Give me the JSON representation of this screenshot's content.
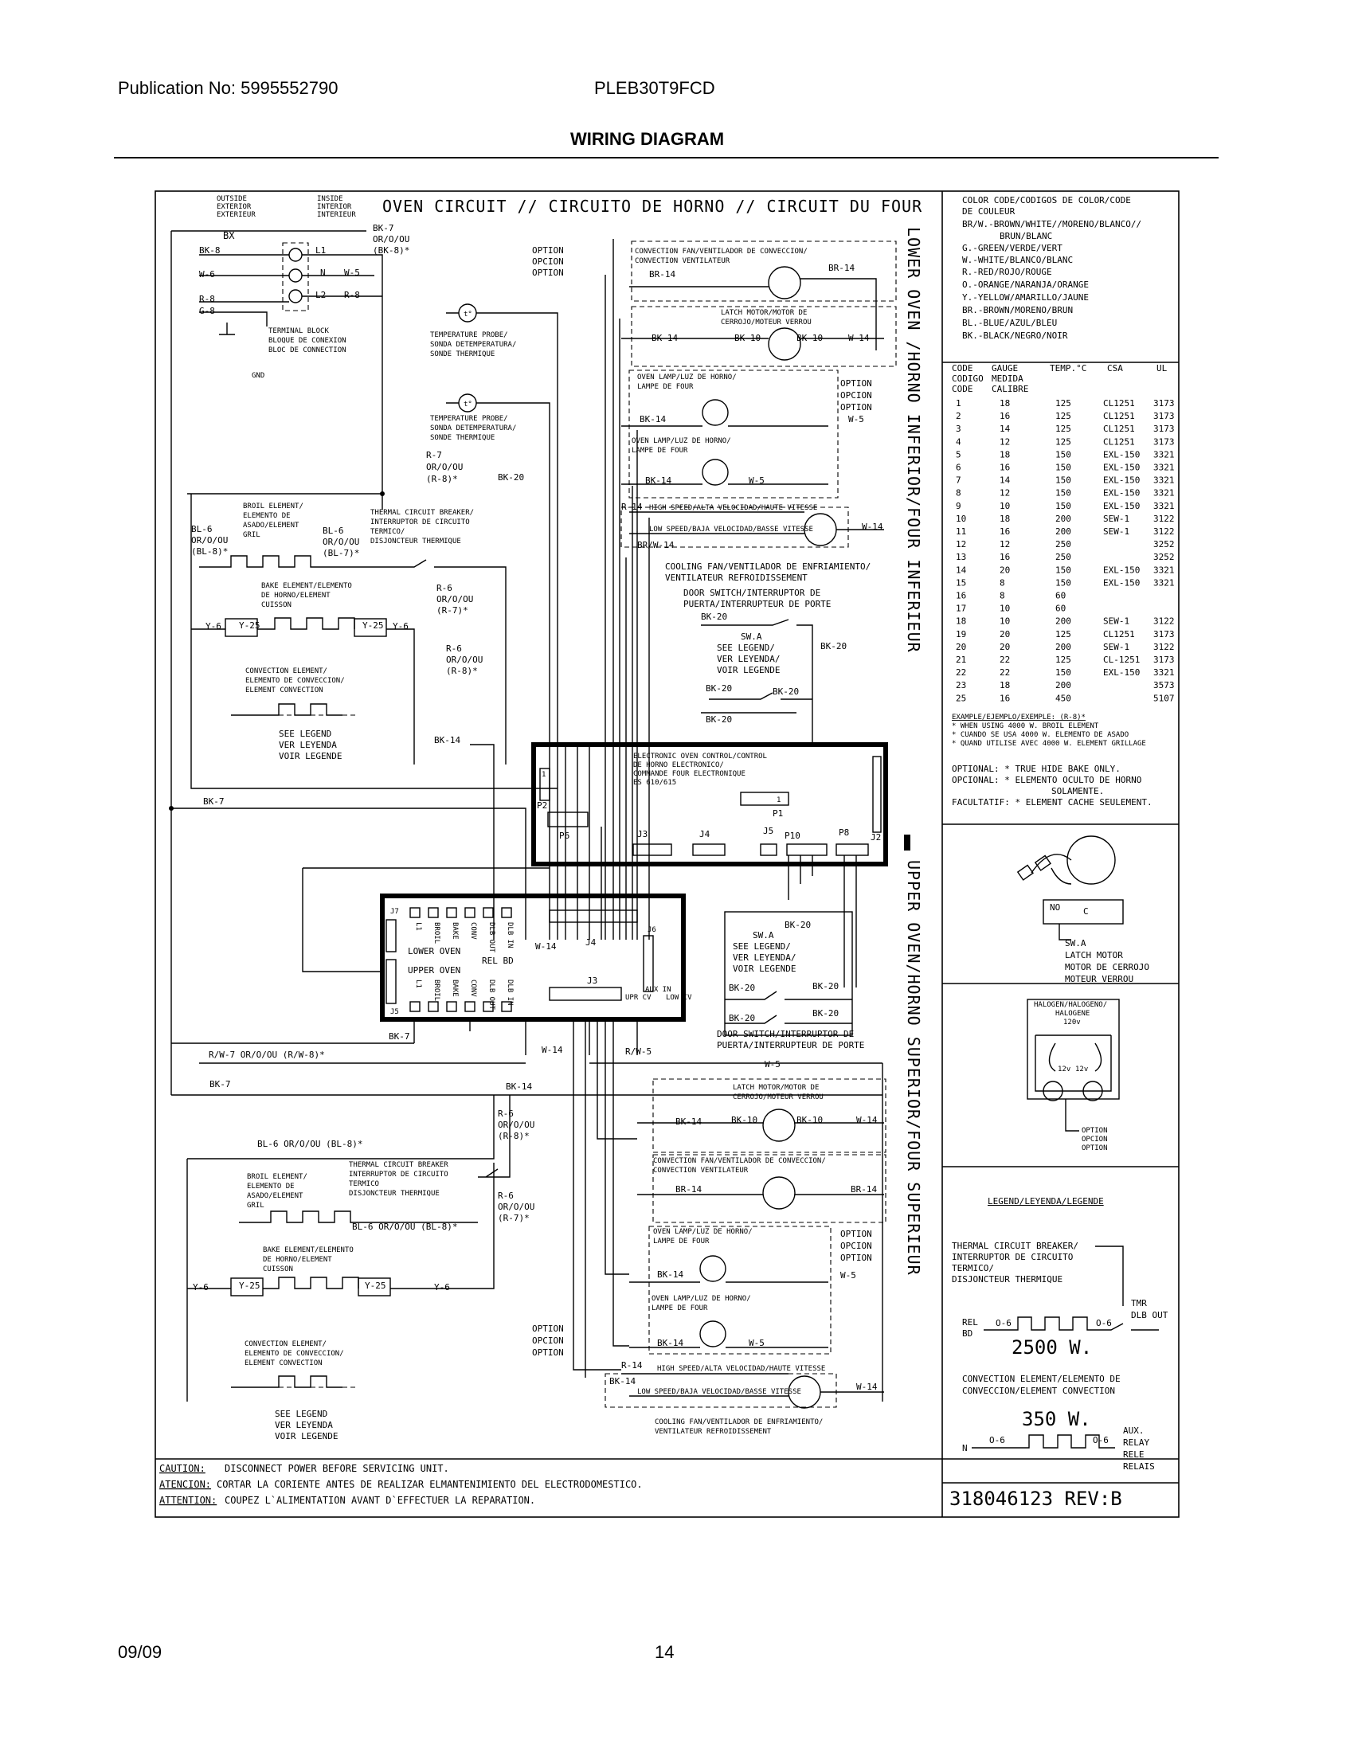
{
  "header": {
    "publication": "Publication No: 5995552790",
    "model": "PLEB30T9FCD",
    "title": "WIRING DIAGRAM"
  },
  "footer": {
    "date": "09/09",
    "page": "14"
  },
  "diagram": {
    "circuit_title": "OVEN CIRCUIT // CIRCUITO DE HORNO // CIRCUIT DU FOUR",
    "outside": [
      "OUTSIDE",
      "EXTERIOR",
      "EXTERIEUR"
    ],
    "inside": [
      "INSIDE",
      "INTERIOR",
      "INTERIEUR"
    ],
    "lower_oven_vertical": "LOWER OVEN /HORNO INFERIOR/FOUR INFERIEUR",
    "upper_oven_vertical": "UPPER OVEN/HORNO SUPERIOR/FOUR SUPERIEUR",
    "terminal_block": {
      "bx": "BX",
      "l1": "L1",
      "n": "N",
      "l2": "L2",
      "bk8": "BK-8",
      "w6": "W-6",
      "r8": "R-8",
      "g8": "G-8",
      "w5": "W-5",
      "r8b": "R-8",
      "label": [
        "TERMINAL BLOCK",
        "BLOQUE DE CONEXION",
        "BLOC DE CONNECTION"
      ],
      "gnd": "GND"
    },
    "bk7_top": [
      "BK-7",
      "OR/O/OU",
      "(BK-8)*"
    ],
    "option_top": [
      "OPTION",
      "OPCION",
      "OPTION"
    ],
    "temp_probe_1": [
      "TEMPERATURE PROBE/",
      "SONDA DETEMPERATURA/",
      "SONDE THERMIQUE"
    ],
    "temp_probe_2": [
      "TEMPERATURE PROBE/",
      "SONDA DETEMPERATURA/",
      "SONDE THERMIQUE"
    ],
    "r7_lbl": [
      "R-7",
      "OR/O/OU",
      "(R-8)*"
    ],
    "bk20": "BK-20",
    "lower": {
      "conv_fan": [
        "CONVECTION FAN/VENTILADOR DE CONVECCION/",
        "CONVECTION VENTILATEUR"
      ],
      "br14a": "BR-14",
      "br14b": "BR-14",
      "latch": [
        "LATCH MOTOR/MOTOR DE",
        "CERROJO/MOTEUR VERROU"
      ],
      "bk14": "BK-14",
      "bk10a": "BK-10",
      "bk10b": "BK-10",
      "w14": "W-14",
      "lamp1": [
        "OVEN LAMP/LUZ DE HORNO/",
        "LAMPE DE FOUR"
      ],
      "lamp_option": [
        "OPTION",
        "OPCION",
        "OPTION"
      ],
      "bk14b": "BK-14",
      "w5": "W-5",
      "lamp2": [
        "OVEN LAMP/LUZ DE HORNO/",
        "LAMPE DE FOUR"
      ],
      "bk14c": "BK-14",
      "w5b": "W-5",
      "r14": "R-14",
      "high_speed": "HIGH SPEED/ALTA VELOCIDAD/HAUTE VITESSE",
      "low_speed": "LOW SPEED/BAJA VELOCIDAD/BASSE VITESSE",
      "w14b": "W-14",
      "brw14": "BR/W-14",
      "cooling_fan": [
        "COOLING FAN/VENTILADOR DE ENFRIAMIENTO/",
        "VENTILATEUR REFROIDISSEMENT"
      ],
      "door_switch": [
        "DOOR SWITCH/INTERRUPTOR DE",
        "PUERTA/INTERRUPTEUR DE PORTE"
      ],
      "bk20a": "BK-20",
      "swa": [
        "SW.A",
        "SEE LEGEND/",
        "VER LEYENDA/",
        "VOIR LEGENDE"
      ],
      "bk20b": "BK-20",
      "bk20c": "BK-20",
      "bk20d": "BK-20",
      "bk20e": "BK-20"
    },
    "left_lower": {
      "broil": [
        "BROIL ELEMENT/",
        "ELEMENTO DE",
        "ASADO/ELEMENT",
        "GRIL"
      ],
      "bl6": [
        "BL-6",
        "OR/O/OU",
        "(BL-8)*"
      ],
      "bl6b": [
        "BL-6",
        "OR/O/OU",
        "(BL-7)*"
      ],
      "tcb": [
        "THERMAL CIRCUIT BREAKER/",
        "INTERRUPTOR DE CIRCUITO",
        "TERMICO/",
        "DISJONCTEUR THERMIQUE"
      ],
      "bake": [
        "BAKE ELEMENT/ELEMENTO",
        "DE HORNO/ELEMENT",
        "CUISSON"
      ],
      "y6a": "Y-6",
      "y25a": "Y-25",
      "y25b": "Y-25",
      "y6b": "Y-6",
      "r6a": [
        "R-6",
        "OR/O/OU",
        "(R-7)*"
      ],
      "r6b": [
        "R-6",
        "OR/O/OU",
        "(R-8)*"
      ],
      "conv": [
        "CONVECTION ELEMENT/",
        "ELEMENTO DE CONVECCION/",
        "ELEMENT CONVECTION"
      ],
      "see": [
        "SEE LEGEND",
        "VER LEYENDA",
        "VOIR LEGENDE"
      ],
      "bk14": "BK-14",
      "bk7": "BK-7"
    },
    "eoc": {
      "label": [
        "ELECTRONIC OVEN CONTROL/CONTROL",
        "DE HORNO ELECTRONICO/",
        "COMMANDE FOUR ELECTRONIQUE",
        "ES 610/615"
      ],
      "p1": "P1",
      "p2": "P2",
      "p6": "P6",
      "j3": "J3",
      "j4": "J4",
      "j5": "J5",
      "p10": "P10",
      "p8": "P8",
      "j2": "J2",
      "one": "1"
    },
    "relay": {
      "j7": "J7",
      "j5": "J5",
      "j4": "J4",
      "j3": "J3",
      "j6": "J6",
      "top_cols": [
        "L1",
        "BROIL",
        "BAKE",
        "CONV",
        "DLB OUT",
        "DLB IN"
      ],
      "bot_cols": [
        "L1",
        "BROIL",
        "BAKE",
        "CONV",
        "DLB OUT",
        "DLB IN"
      ],
      "lower_oven": "LOWER OVEN",
      "upper_oven": "UPPER OVEN",
      "rel_bd": "REL BD",
      "w14": "W-14",
      "upr_cv": "UPR CV",
      "aux_in": "AUX IN",
      "low_cv": "LOW CV"
    },
    "mid": {
      "bk7": "BK-7",
      "rw7": "R/W-7 OR/O/OU (R/W-8)*",
      "bk7b": "BK-7",
      "bk14": "BK-14",
      "w14": "W-14",
      "rw5": "R/W-5",
      "bk20": "BK-20",
      "bk20b": "BK-20",
      "bk20c": "BK-20",
      "bk20d": "BK-20",
      "swa": [
        "SW.A",
        "SEE LEGEND/",
        "VER LEYENDA/",
        "VOIR LEGENDE"
      ],
      "door": [
        "DOOR SWITCH/INTERRUPTOR DE",
        "PUERTA/INTERRUPTEUR DE PORTE"
      ],
      "w5": "W-5"
    },
    "upper": {
      "latch": [
        "LATCH MOTOR/MOTOR DE",
        "CERROJO/MOTEUR VERROU"
      ],
      "bk14": "BK-14",
      "bk10a": "BK-10",
      "bk10b": "BK-10",
      "w14": "W-14",
      "conv_fan": [
        "CONVECTION FAN/VENTILADOR DE CONVECCION/",
        "CONVECTION VENTILATEUR"
      ],
      "br14a": "BR-14",
      "br14b": "BR-14",
      "lamp1": [
        "OVEN LAMP/LUZ DE HORNO/",
        "LAMPE DE FOUR"
      ],
      "lamp_option": [
        "OPTION",
        "OPCION",
        "OPTION"
      ],
      "bk14b": "BK-14",
      "w5": "W-5",
      "lamp2": [
        "OVEN LAMP/LUZ DE HORNO/",
        "LAMPE DE FOUR"
      ],
      "bk14c": "BK-14",
      "w5b": "W-5",
      "option": [
        "OPTION",
        "OPCION",
        "OPTION"
      ],
      "r14": "R-14",
      "bk14d": "BK-14",
      "w14b": "W-14",
      "high_speed": "HIGH SPEED/ALTA VELOCIDAD/HAUTE VITESSE",
      "low_speed": "LOW SPEED/BAJA VELOCIDAD/BASSE VITESSE",
      "cooling_fan": [
        "COOLING FAN/VENTILADOR DE ENFRIAMIENTO/",
        "VENTILATEUR REFROIDISSEMENT"
      ]
    },
    "left_upper": {
      "r6a": [
        "R-6",
        "OR/O/OU",
        "(R-8)*"
      ],
      "bl6": "BL-6 OR/O/OU (BL-8)*",
      "tcb": [
        "THERMAL CIRCUIT BREAKER",
        "INTERRUPTOR DE CIRCUITO",
        "TERMICO",
        "DISJONCTEUR THERMIQUE"
      ],
      "broil": [
        "BROIL ELEMENT/",
        "ELEMENTO DE",
        "ASADO/ELEMENT",
        "GRIL"
      ],
      "bl6b": "BL-6 OR/O/OU (BL-8)*",
      "r6b": [
        "R-6",
        "OR/O/OU",
        "(R-7)*"
      ],
      "bake": [
        "BAKE ELEMENT/ELEMENTO",
        "DE HORNO/ELEMENT",
        "CUISSON"
      ],
      "y6a": "Y-6",
      "y25a": "Y-25",
      "y25b": "Y-25",
      "y6b": "Y-6",
      "conv": [
        "CONVECTION ELEMENT/",
        "ELEMENTO DE CONVECCION/",
        "ELEMENT CONVECTION"
      ],
      "see": [
        "SEE LEGEND",
        "VER LEYENDA",
        "VOIR LEGENDE"
      ]
    },
    "caution": {
      "l1": "CAUTION:",
      "t1": " DISCONNECT POWER BEFORE SERVICING UNIT.",
      "l2": "ATENCION:",
      "t2": "CORTAR LA CORIENTE ANTES DE REALIZAR ELMANTENIMIENTO DEL ELECTRODOMESTICO.",
      "l3": "ATTENTION:",
      "t3": "COUPEZ L`ALIMENTATION AVANT D`EFFECTUER LA REPARATION."
    },
    "revision": "318046123 REV:B"
  },
  "color_code": {
    "title": [
      "COLOR CODE/CODIGOS DE COLOR/CODE",
      "DE COULEUR"
    ],
    "items": [
      "BR/W.-BROWN/WHITE//MORENO/BLANCO//",
      "BRUN/BLANC",
      "G.-GREEN/VERDE/VERT",
      "W.-WHITE/BLANCO/BLANC",
      "R.-RED/ROJO/ROUGE",
      "O.-ORANGE/NARANJA/ORANGE",
      "Y.-YELLOW/AMARILLO/JAUNE",
      "BR.-BROWN/MORENO/BRUN",
      "BL.-BLUE/AZUL/BLEU",
      "BK.-BLACK/NEGRO/NOIR"
    ]
  },
  "gauge_table": {
    "headers": [
      [
        "CODE",
        "CODIGO",
        "CODE"
      ],
      [
        "GAUGE",
        "MEDIDA",
        "CALIBRE"
      ],
      [
        "TEMP.°C"
      ],
      [
        "CSA"
      ],
      [
        "UL"
      ]
    ],
    "rows": [
      [
        "1",
        "18",
        "125",
        "CL1251",
        "3173"
      ],
      [
        "2",
        "16",
        "125",
        "CL1251",
        "3173"
      ],
      [
        "3",
        "14",
        "125",
        "CL1251",
        "3173"
      ],
      [
        "4",
        "12",
        "125",
        "CL1251",
        "3173"
      ],
      [
        "5",
        "18",
        "150",
        "EXL-150",
        "3321"
      ],
      [
        "6",
        "16",
        "150",
        "EXL-150",
        "3321"
      ],
      [
        "7",
        "14",
        "150",
        "EXL-150",
        "3321"
      ],
      [
        "8",
        "12",
        "150",
        "EXL-150",
        "3321"
      ],
      [
        "9",
        "10",
        "150",
        "EXL-150",
        "3321"
      ],
      [
        "10",
        "18",
        "200",
        "SEW-1",
        "3122"
      ],
      [
        "11",
        "16",
        "200",
        "SEW-1",
        "3122"
      ],
      [
        "12",
        "12",
        "250",
        "",
        "3252"
      ],
      [
        "13",
        "16",
        "250",
        "",
        "3252"
      ],
      [
        "14",
        "20",
        "150",
        "EXL-150",
        "3321"
      ],
      [
        "15",
        "8",
        "150",
        "EXL-150",
        "3321"
      ],
      [
        "16",
        "8",
        "60",
        "",
        ""
      ],
      [
        "17",
        "10",
        "60",
        "",
        ""
      ],
      [
        "18",
        "10",
        "200",
        "SEW-1",
        "3122"
      ],
      [
        "19",
        "20",
        "125",
        "CL1251",
        "3173"
      ],
      [
        "20",
        "20",
        "200",
        "SEW-1",
        "3122"
      ],
      [
        "21",
        "22",
        "125",
        "CL-1251",
        "3173"
      ],
      [
        "22",
        "22",
        "150",
        "EXL-150",
        "3321"
      ],
      [
        "23",
        "18",
        "200",
        "",
        "3573"
      ],
      [
        "25",
        "16",
        "450",
        "",
        "5107"
      ]
    ],
    "example": [
      "EXAMPLE/EJEMPLO/EXEMPLE: (R-8)*",
      "* WHEN USING 4000 W. BROIL ELEMENT",
      "* CUANDO SE USA 4000 W. ELEMENTO DE ASADO",
      "* QUAND UTILISE AVEC 4000 W. ELEMENT GRILLAGE"
    ],
    "optional": [
      "OPTIONAL: * TRUE HIDE BAKE ONLY.",
      "OPCIONAL: * ELEMENTO OCULTO DE HORNO",
      "SOLAMENTE.",
      "FACULTATIF: * ELEMENT CACHE SEULEMENT."
    ]
  },
  "latch_detail": {
    "no": "NO",
    "c": "C",
    "label": [
      "SW.A",
      "LATCH MOTOR",
      "MOTOR DE CERROJO",
      "MOTEUR VERROU"
    ]
  },
  "halogen_detail": {
    "title": [
      "HALOGEN/HALOGENO/",
      "HALOGENE",
      "120v"
    ],
    "v1": "12v",
    "v2": "12v",
    "option": [
      "OPTION",
      "OPCION",
      "OPTION"
    ]
  },
  "legend": {
    "title": "LEGEND/LEYENDA/LEGENDE",
    "tcb": [
      "THERMAL CIRCUIT BREAKER/",
      "INTERRUPTOR DE CIRCUITO",
      "TERMICO/",
      "DISJONCTEUR THERMIQUE"
    ],
    "tmr": "TMR",
    "dlb_out": "DLB OUT",
    "rel_bd": [
      "REL",
      "BD"
    ],
    "o6a": "O-6",
    "o6b": "O-6",
    "watts1": "2500 W.",
    "conv": [
      "CONVECTION ELEMENT/ELEMENTO DE",
      "CONVECCION/ELEMENT CONVECTION"
    ],
    "watts2": "350 W.",
    "aux": [
      "AUX.",
      "RELAY",
      "RELE",
      "RELAIS"
    ],
    "n": "N",
    "o6c": "O-6",
    "o6d": "O-6"
  }
}
